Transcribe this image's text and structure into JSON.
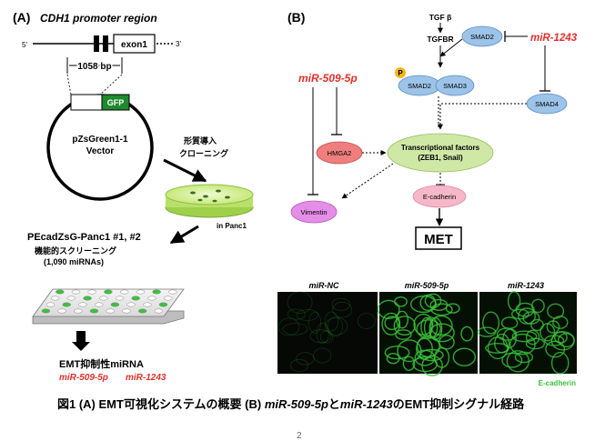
{
  "panel_a": {
    "label": "(A)",
    "promoter_title": "CDH1 promoter region",
    "end5": "5'",
    "end3": "3'",
    "exon": "exon1",
    "length": "1058 bp",
    "gfp": "GFP",
    "vector_line1": "pZsGreen1-1",
    "vector_line2": "Vector",
    "transfect_line1": "形質導入",
    "transfect_line2": "クローニング",
    "in_cell": "in Panc1",
    "cell_line": "PEcadZsG-Panc1 #1, #2",
    "screen_line1": "機能的スクリーニング",
    "screen_line2": "(1,090 miRNAs)",
    "result_title": "EMT抑制性miRNA",
    "mir1": "miR-509-5p",
    "mir2": "miR-1243"
  },
  "panel_b": {
    "label": "(B)",
    "tgfb": "TGF β",
    "tgfbr": "TGFBR",
    "smad2_top": "SMAD2",
    "mir1243": "miR-1243",
    "mir509": "miR-509-5p",
    "p": "P",
    "smad2": "SMAD2",
    "smad3": "SMAD3",
    "smad4": "SMAD4",
    "hmga2": "HMGA2",
    "tf_line1": "Transcriptional factors",
    "tf_line2": "(ZEB1, Snail)",
    "vimentin": "Vimentin",
    "ecadherin": "E-cadherin",
    "met": "MET",
    "micro_labels": [
      "miR-NC",
      "miR-509-5p",
      "miR-1243"
    ],
    "micro_caption": "E-cadherin"
  },
  "caption": {
    "part1": "図1 (A) EMT可視化システムの概要 (B) ",
    "mir1": "miR-509-5p",
    "part2": "と",
    "mir2": "miR-1243",
    "part3": "のEMT抑制シグナル経路"
  },
  "page_number": "2",
  "colors": {
    "mir_red": "#e0302a",
    "gfp_green": "#1e8a2e",
    "smad_blue": "#9cc3e8",
    "hmga2_red": "#ef7f7f",
    "tf_green": "#cfe8a6",
    "ecad_pink": "#f6b8c8",
    "vimentin_violet": "#e58ee8",
    "micro_green": "#39c23a",
    "phospho_orange": "#f4b51c"
  }
}
